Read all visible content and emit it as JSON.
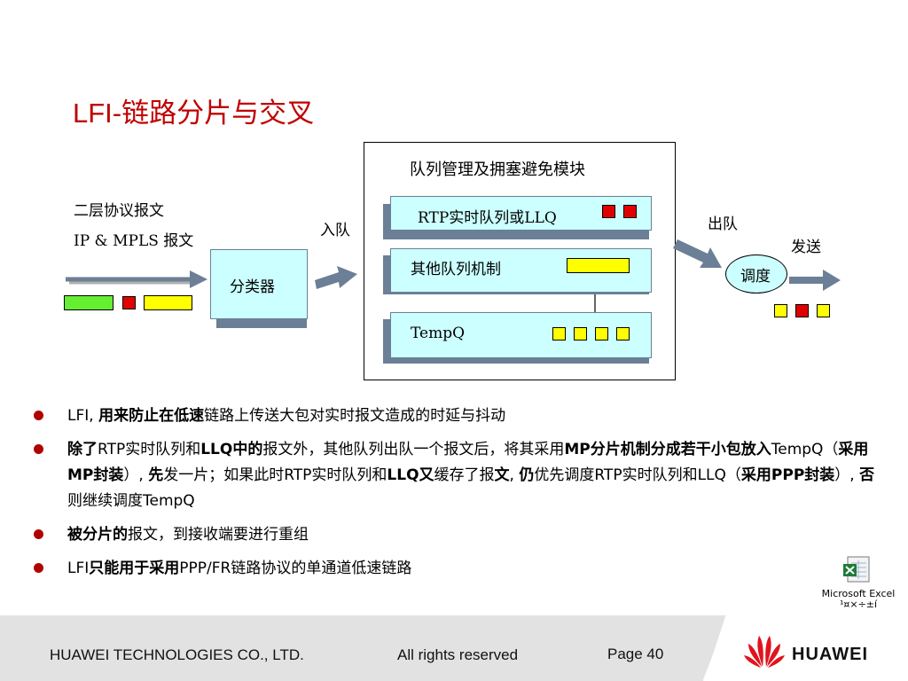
{
  "title": "LFI-链路分片与交叉",
  "diagram": {
    "module_title": "队列管理及拥塞避免模块",
    "input_label_line1": "二层协议报文",
    "input_label_line2": "IP & MPLS 报文",
    "classifier": "分类器",
    "enqueue": "入队",
    "queue_rtp": "RTP实时队列或LLQ",
    "queue_other": "其他队列机制",
    "queue_temp": "TempQ",
    "dequeue": "出队",
    "scheduler": "调度",
    "send": "发送"
  },
  "bullets": [
    {
      "parts": [
        {
          "text": "LFI, ",
          "bold": false
        },
        {
          "text": "用来防止在低速",
          "bold": true
        },
        {
          "text": "链路上传送大包对实时报文造成的时延与抖动",
          "bold": false
        }
      ]
    },
    {
      "parts": [
        {
          "text": " ",
          "bold": false
        },
        {
          "text": "除了",
          "bold": true
        },
        {
          "text": "RTP实时队列和",
          "bold": false
        },
        {
          "text": "LLQ中的",
          "bold": true
        },
        {
          "text": "报文外，其他队列出队一个报文后，将其采用",
          "bold": false
        },
        {
          "text": "MP分片机制分成若干小包放入",
          "bold": true
        },
        {
          "text": "TempQ（",
          "bold": false
        },
        {
          "text": "采用MP封装",
          "bold": true
        },
        {
          "text": "）, ",
          "bold": false
        },
        {
          "text": "先",
          "bold": true
        },
        {
          "text": "发一片；如果此时RTP实时队列和",
          "bold": false
        },
        {
          "text": "LLQ又",
          "bold": true
        },
        {
          "text": "缓存了报",
          "bold": false
        },
        {
          "text": "文",
          "bold": true
        },
        {
          "text": ", ",
          "bold": false
        },
        {
          "text": "仍",
          "bold": true
        },
        {
          "text": "优先调度RTP实时队列和LLQ（",
          "bold": false
        },
        {
          "text": "采用PPP封装",
          "bold": true
        },
        {
          "text": "）, ",
          "bold": false
        },
        {
          "text": "否",
          "bold": true
        },
        {
          "text": "则继续调度TempQ",
          "bold": false
        }
      ]
    },
    {
      "parts": [
        {
          "text": " ",
          "bold": false
        },
        {
          "text": "被分片的",
          "bold": true
        },
        {
          "text": "报文，到接收端要进行重组",
          "bold": false
        }
      ]
    },
    {
      "parts": [
        {
          "text": " LFI",
          "bold": false
        },
        {
          "text": "只能用于采用",
          "bold": true
        },
        {
          "text": "PPP/FR链路协议的单通道低速链路",
          "bold": false
        }
      ]
    }
  ],
  "embedded_object": {
    "icon": "excel-icon",
    "label_line1": "Microsoft Excel",
    "label_line2": "¹¤×÷±í"
  },
  "footer": {
    "company": "HUAWEI TECHNOLOGIES CO., LTD.",
    "rights": "All rights reserved",
    "page": "Page 40",
    "brand": "HUAWEI"
  },
  "colors": {
    "title": "#c00000",
    "bullet": "#b00000",
    "queue_fill": "#ccffff",
    "red_packet": "#e10000",
    "yellow_packet": "#ffff00",
    "green_packet": "#66ee33",
    "logo_red": "#e0141e"
  }
}
